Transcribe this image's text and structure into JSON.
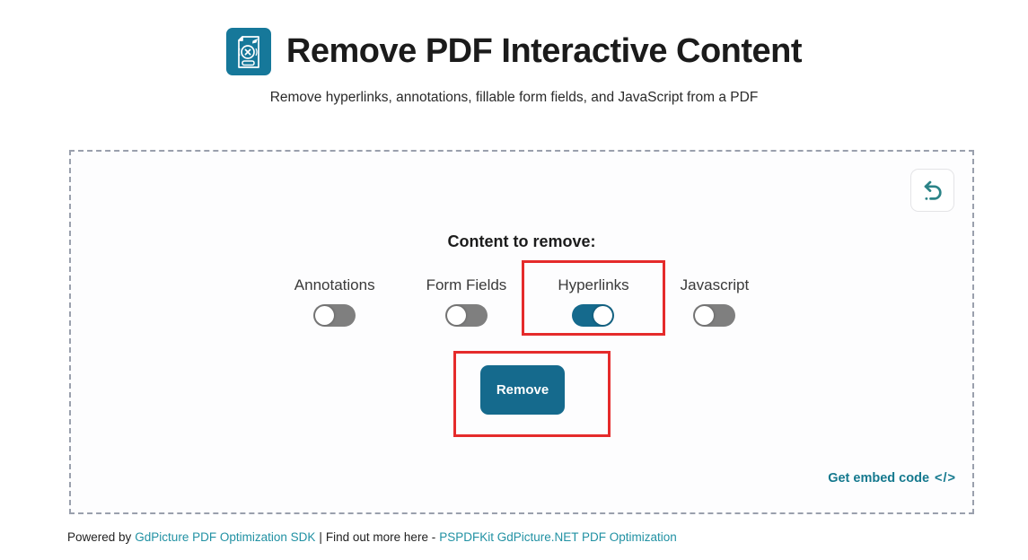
{
  "header": {
    "title": "Remove PDF Interactive Content",
    "subtitle": "Remove hyperlinks, annotations, fillable form fields, and JavaScript from a PDF"
  },
  "panel": {
    "heading": "Content to remove:",
    "toggles": [
      {
        "label": "Annotations",
        "state": "off",
        "highlighted": false
      },
      {
        "label": "Form Fields",
        "state": "off",
        "highlighted": false
      },
      {
        "label": "Hyperlinks",
        "state": "on",
        "highlighted": true
      },
      {
        "label": "Javascript",
        "state": "off",
        "highlighted": false
      }
    ],
    "remove_button_label": "Remove",
    "remove_button_highlighted": true,
    "embed_link": {
      "label": "Get embed code",
      "code_glyph": "</>"
    }
  },
  "footer": {
    "powered_by": "Powered by",
    "sdk_link": "GdPicture PDF Optimization SDK",
    "separator": "|",
    "more_text": "Find out more here -",
    "more_link": "PSPDFKit GdPicture.NET PDF Optimization"
  },
  "colors": {
    "primary_teal": "#156a8d",
    "icon_teal": "#16789a",
    "link_teal": "#2191a3",
    "embed_link_teal": "#15798e",
    "toggle_off_gray": "#7f7f7f",
    "annotation_red": "#e52b2b",
    "dashed_border": "#9aa0ad"
  }
}
